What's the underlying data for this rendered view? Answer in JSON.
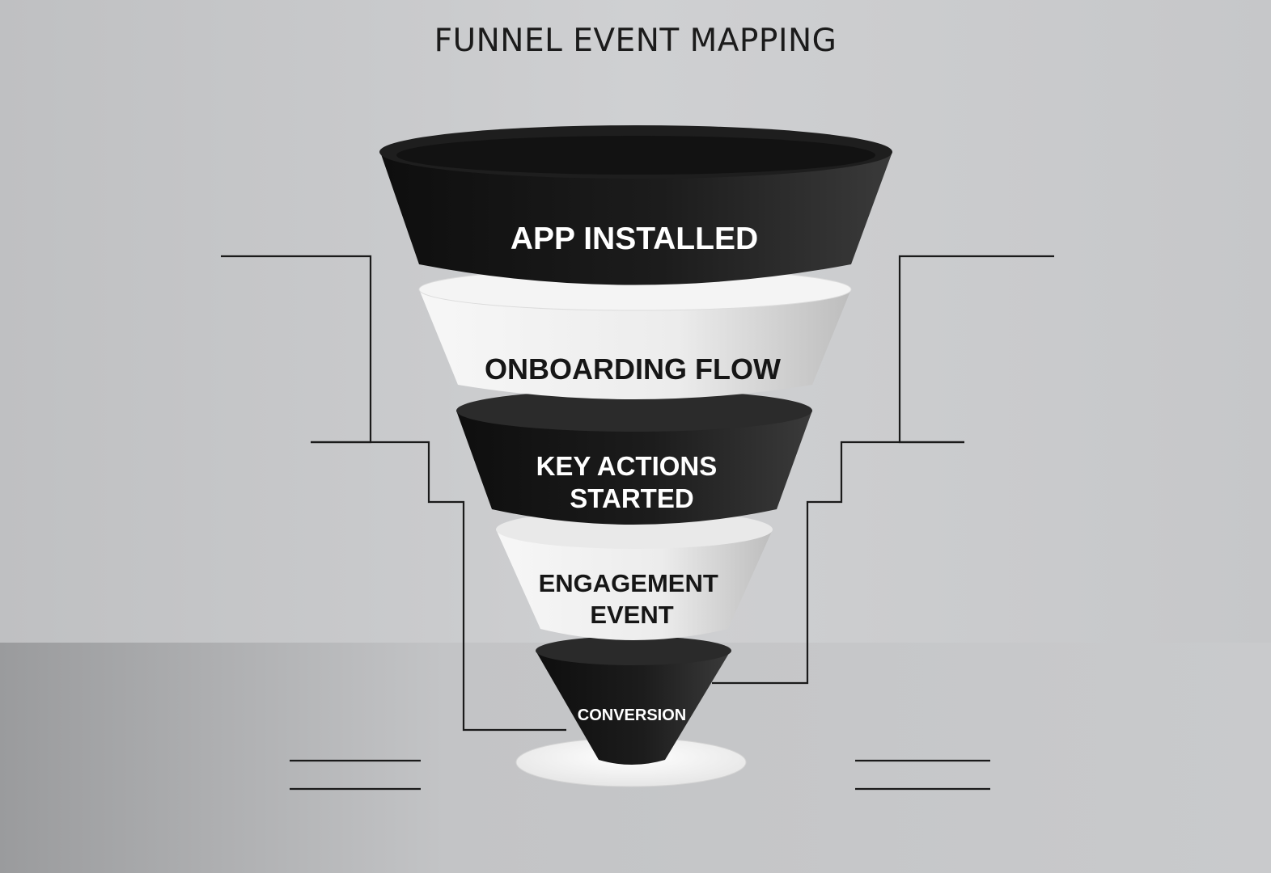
{
  "title": "FUNNEL EVENT MAPPING",
  "stages": [
    {
      "id": "app-installed",
      "lines": [
        "APP INSTALLED"
      ],
      "tone": "dark"
    },
    {
      "id": "onboarding-flow",
      "lines": [
        "ONBOARDING FLOW"
      ],
      "tone": "light"
    },
    {
      "id": "key-actions-started",
      "lines": [
        "KEY ACTIONS",
        "STARTED"
      ],
      "tone": "dark"
    },
    {
      "id": "engagement-event",
      "lines": [
        "ENGAGEMENT",
        "EVENT"
      ],
      "tone": "light"
    },
    {
      "id": "conversion",
      "lines": [
        "CONVERSION"
      ],
      "tone": "dark"
    }
  ],
  "colors": {
    "background": "#c9cacc",
    "dark_segment": "#161616",
    "light_segment": "#f2f2f2",
    "connector": "#1a1a1a"
  }
}
